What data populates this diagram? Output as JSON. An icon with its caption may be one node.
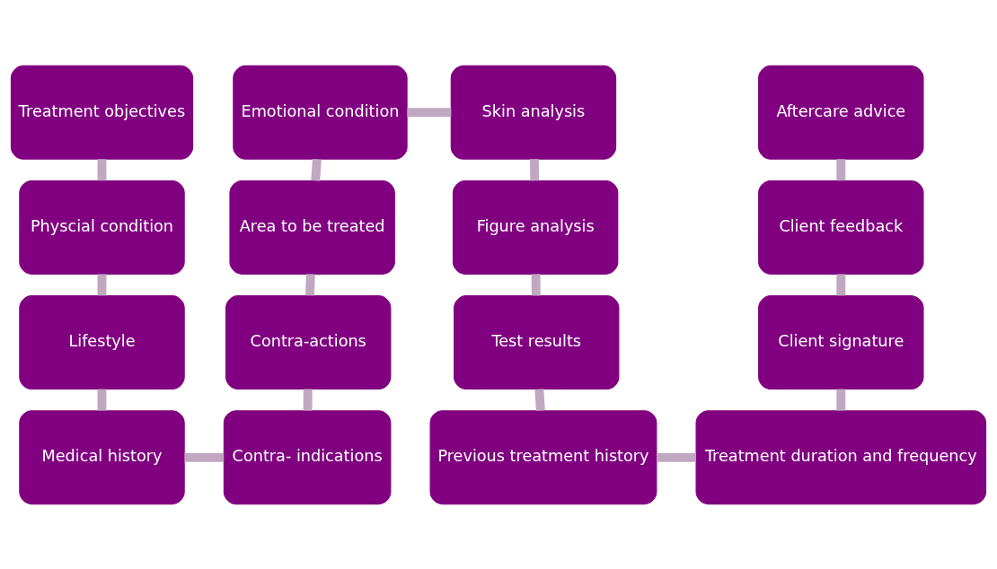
{
  "diagram": {
    "nodes": [
      {
        "text": [
          "Treatment objectives"
        ]
      },
      {
        "text": [
          "Emotional condition"
        ]
      },
      {
        "text": [
          "Skin analysis"
        ]
      },
      {
        "text": [
          "Aftercare advice"
        ]
      },
      {
        "text": [
          "Physcial condition"
        ]
      },
      {
        "text": [
          "Area to be treated"
        ]
      },
      {
        "text": [
          "Figure analysis"
        ]
      },
      {
        "text": [
          "Client feedback"
        ]
      },
      {
        "text": [
          "Lifestyle"
        ]
      },
      {
        "text": [
          "Contra-actions"
        ]
      },
      {
        "text": [
          "Test results"
        ]
      },
      {
        "text": [
          "Client signature"
        ]
      },
      {
        "text": [
          "Medical history"
        ]
      },
      {
        "text": [
          "Contra- indications"
        ]
      },
      {
        "text": [
          "Previous treatment history"
        ]
      },
      {
        "text": [
          "Treatment duration and frequency"
        ]
      }
    ],
    "edges": [
      {
        "from": 0,
        "to": 4,
        "arrow": "none"
      },
      {
        "from": 4,
        "to": 8,
        "arrow": "none"
      },
      {
        "from": 8,
        "to": 12,
        "arrow": "none"
      },
      {
        "from": 12,
        "to": 13,
        "arrow": "none"
      },
      {
        "from": 13,
        "to": 9,
        "arrow": "none"
      },
      {
        "from": 9,
        "to": 5,
        "arrow": "none"
      },
      {
        "from": 5,
        "to": 1,
        "arrow": "none"
      },
      {
        "from": 1,
        "to": 2,
        "arrow": "none"
      },
      {
        "from": 2,
        "to": 6,
        "arrow": "none"
      },
      {
        "from": 6,
        "to": 10,
        "arrow": "none"
      },
      {
        "from": 10,
        "to": 14,
        "arrow": "none"
      },
      {
        "from": 14,
        "to": 15,
        "arrow": "none"
      },
      {
        "from": 15,
        "to": 11,
        "arrow": "none"
      },
      {
        "from": 11,
        "to": 7,
        "arrow": "none"
      },
      {
        "from": 7,
        "to": 3,
        "arrow": "none"
      }
    ]
  }
}
